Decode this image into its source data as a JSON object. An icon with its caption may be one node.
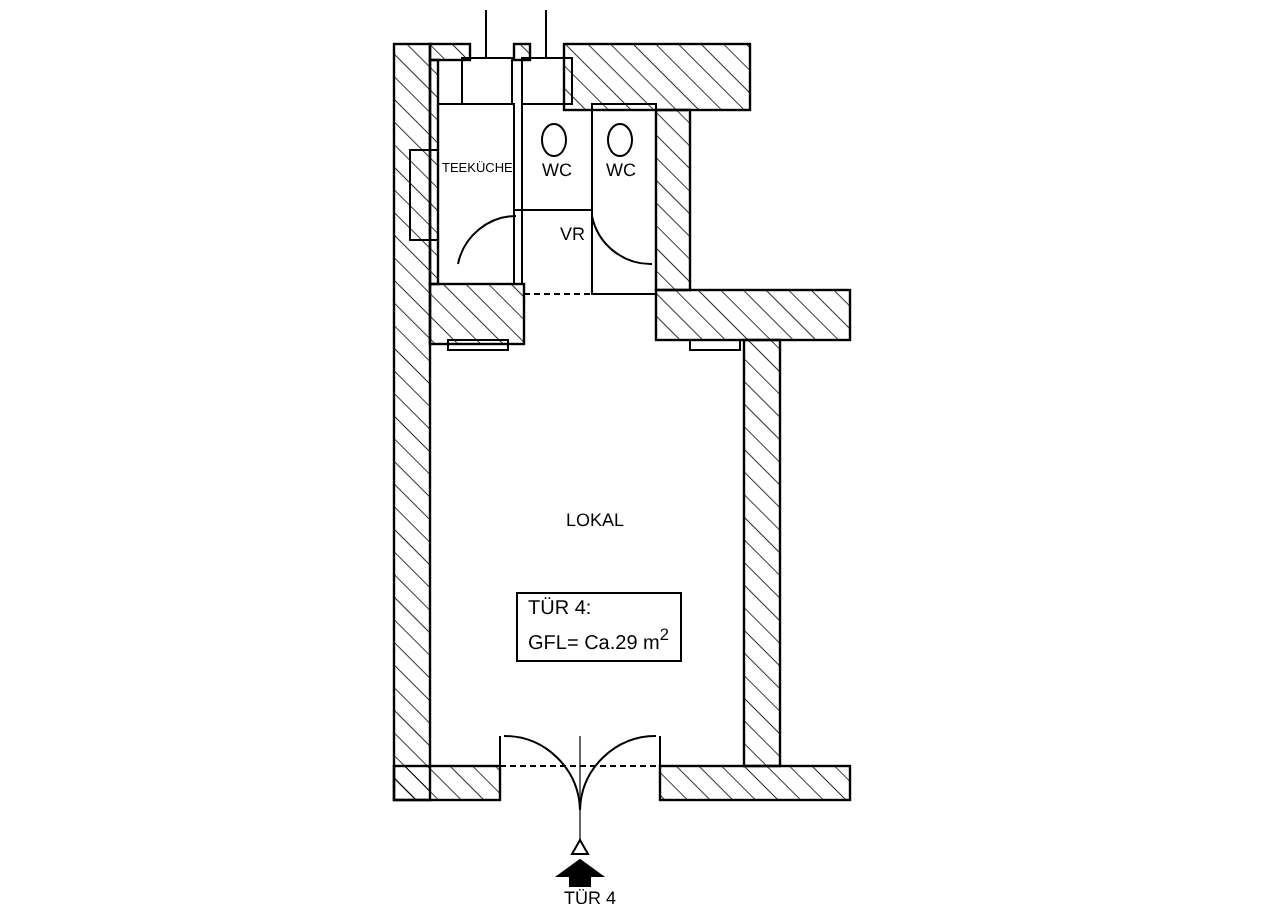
{
  "diagram": {
    "nodes": [
      {
        "text": [
          "TÜR 4:",
          "GFL= Ca.29 m$^{2}$"
        ]
      }
    ],
    "labels": [
      "TEEKÜCHE",
      "WC",
      "WC",
      "VR",
      "LOKAL",
      "TÜR 4"
    ]
  }
}
